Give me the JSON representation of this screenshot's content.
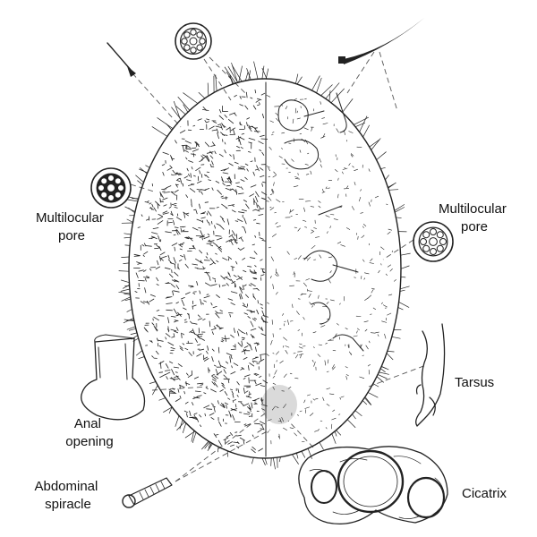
{
  "labels": {
    "multilocular_pore_left": [
      "Multilocular",
      "pore"
    ],
    "multilocular_pore_right": [
      "Multilocular",
      "pore"
    ],
    "tarsus": "Tarsus",
    "anal_opening": [
      "Anal",
      "opening"
    ],
    "abdominal_spiracle": [
      "Abdominal",
      "spiracle"
    ],
    "cicatrix": "Cicatrix"
  },
  "colors": {
    "ink": "#222222",
    "leader": "#555555",
    "background": "#ffffff"
  }
}
